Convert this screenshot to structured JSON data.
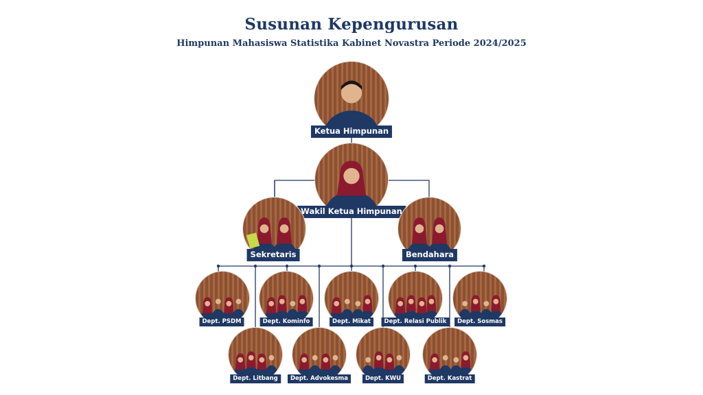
{
  "title": "Susunan Kepengurusan",
  "subtitle": "Himpunan Mahasiswa Statistika  Kabinet Novastra Periode 2024/2025",
  "colors": {
    "navy": "#1f3864",
    "wood": "#8a5134",
    "maroon": "#8b1a2e"
  },
  "leaders": {
    "ketua": "Ketua Himpunan",
    "wakil": "Wakil Ketua Himpunan",
    "sekretaris": "Sekretaris",
    "bendahara": "Bendahara"
  },
  "departments": [
    "Dept. PSDM",
    "Dept. Kominfo",
    "Dept. Mikat",
    "Dept. Relasi Publik",
    "Dept. Sosmas",
    "Dept. Litbang",
    "Dept. Advokesma",
    "Dept. KWU",
    "Dept. Kastrat"
  ]
}
